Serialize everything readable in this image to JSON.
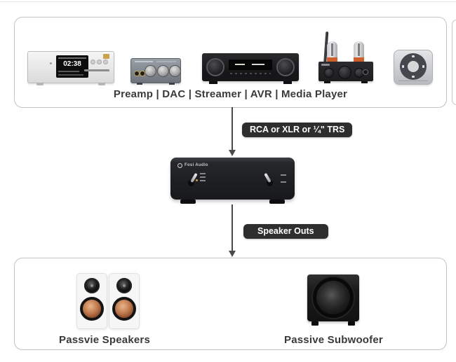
{
  "sources": {
    "caption": "Preamp | DAC | Streamer | AVR | Media Player",
    "device_names": [
      "Preamp",
      "DAC",
      "Streamer",
      "AVR",
      "Media Player"
    ],
    "preamp_display": "02:38"
  },
  "links": {
    "input_label": "RCA or XLR or ¼\" TRS",
    "output_label": "Speaker Outs"
  },
  "amp": {
    "brand": "Fosi Audio"
  },
  "outputs": {
    "speakers_caption": "Passvie Speakers",
    "subwoofer_caption": "Passive Subwoofer"
  },
  "colors": {
    "badge_bg": "#2e2e2e",
    "badge_text": "#ffffff",
    "panel_border": "#c3c3c3",
    "arrow": "#4a4a4a",
    "caption_text": "#3a3a3a",
    "speaker_cone_copper": "#c07a4e",
    "tube_base_orange": "#cf5f2a",
    "amp_body": "#1d1f22"
  }
}
